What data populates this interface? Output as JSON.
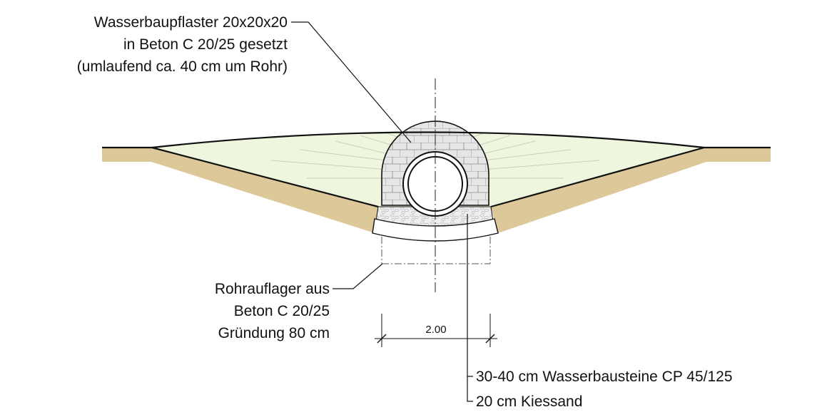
{
  "labels": {
    "pflaster": [
      "Wasserbaupflaster 20x20x20",
      "in Beton C 20/25 gesetzt",
      "(umlaufend ca. 40 cm um Rohr)"
    ],
    "auflager": [
      "Rohrauflager aus",
      "Beton C 20/25",
      "Gründung 80 cm"
    ],
    "bausteine": "30-40 cm Wasserbausteine CP 45/125",
    "kiessand": "20 cm Kiessand"
  },
  "dimension": {
    "value": "2.00"
  },
  "colors": {
    "soil": "#dcc899",
    "fill": "#eef6de",
    "masonry": "#e6e6e6",
    "gravel": "#ededed",
    "line": "#111111"
  }
}
